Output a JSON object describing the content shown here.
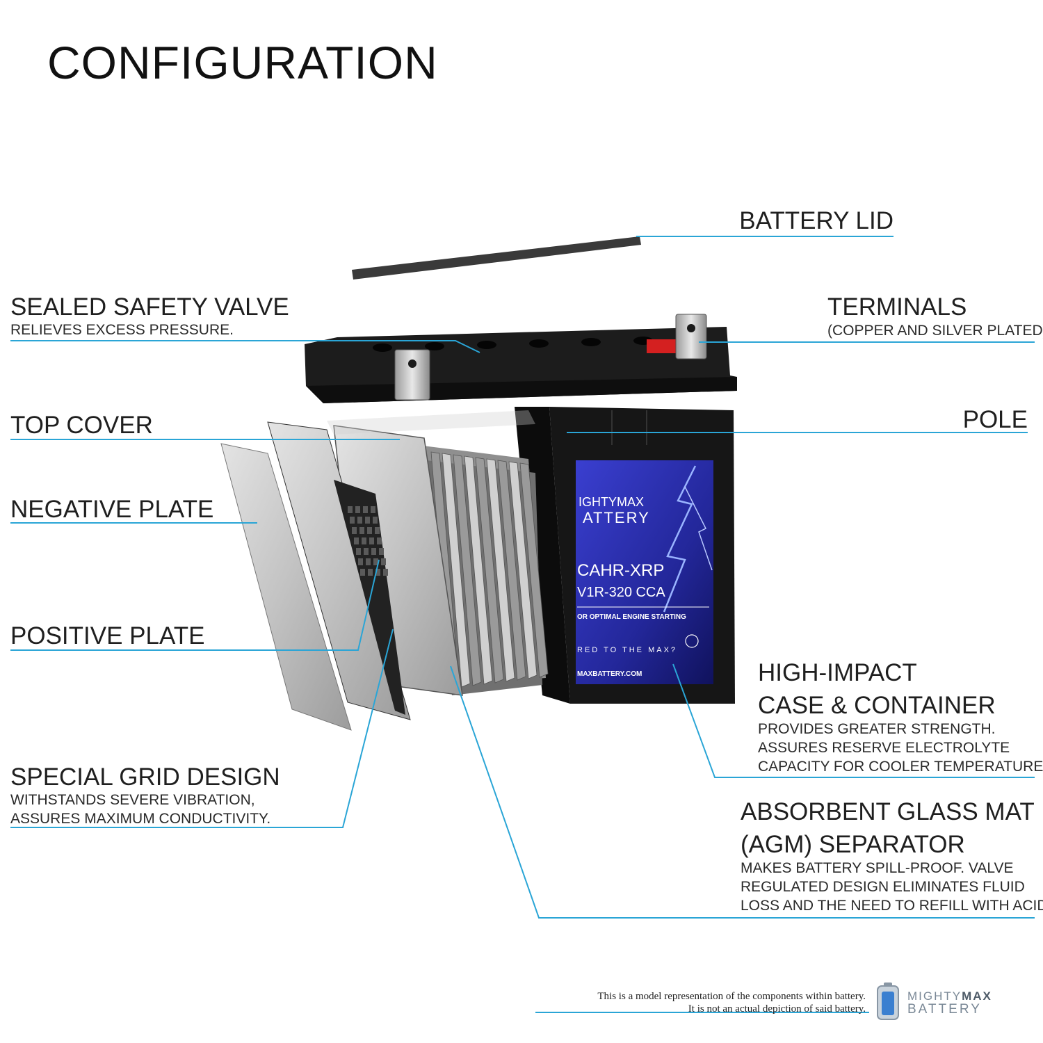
{
  "title": "CONFIGURATION",
  "labels": {
    "battery_lid": "BATTERY LID",
    "sealed_safety_valve": {
      "title": "SEALED SAFETY VALVE",
      "desc": "RELIEVES EXCESS PRESSURE."
    },
    "terminals": {
      "title": "TERMINALS",
      "desc": "(COPPER AND SILVER PLATED)"
    },
    "top_cover": "TOP COVER",
    "pole": "POLE",
    "negative_plate": "NEGATIVE PLATE",
    "positive_plate": "POSITIVE PLATE",
    "high_impact": {
      "title_line1": "HIGH-IMPACT",
      "title_line2": "CASE & CONTAINER",
      "desc_line1": "PROVIDES GREATER STRENGTH.",
      "desc_line2": "ASSURES RESERVE ELECTROLYTE",
      "desc_line3": "CAPACITY FOR COOLER TEMPERATURES."
    },
    "special_grid": {
      "title": "SPECIAL GRID DESIGN",
      "desc_line1": "WITHSTANDS SEVERE VIBRATION,",
      "desc_line2": "ASSURES MAXIMUM CONDUCTIVITY."
    },
    "agm": {
      "title_line1": "ABSORBENT GLASS MAT",
      "title_line2": "(AGM) SEPARATOR",
      "desc_line1": "MAKES BATTERY SPILL-PROOF. VALVE",
      "desc_line2": "REGULATED DESIGN ELIMINATES FLUID",
      "desc_line3": "LOSS AND THE NEED TO REFILL WITH ACID."
    }
  },
  "battery_label": {
    "brand_line1": "IGHTYMAX",
    "brand_line2": "ATTERY",
    "model": "CAHR-XRP",
    "rating": "V1R-320 CCA",
    "tagline": "OR OPTIMAL ENGINE STARTING",
    "slogan": "RED TO THE MAX?",
    "url": "MAXBATTERY.COM"
  },
  "disclaimer": {
    "line1": "This is a model representation of the components within battery.",
    "line2": "It is not an actual depiction of said battery."
  },
  "brand_logo": {
    "line1_a": "MIGHTY",
    "line1_b": "MAX",
    "line2": "BATTERY"
  },
  "colors": {
    "leader_line": "#2aa5d6",
    "case": "#161616",
    "label_blue": "#2b2fb0",
    "terminal_red": "#d42020"
  }
}
